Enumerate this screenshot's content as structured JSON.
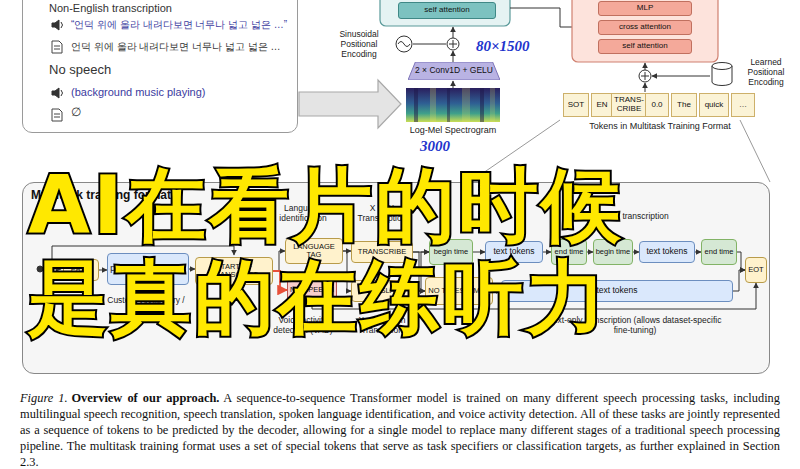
{
  "diagram": {
    "caption": "A sequence-to-sequence Transformer model is trained on many different speech processing tasks, including multilingual speech recognition, speech translation, spoken language identification, and voice activity detection. All of these tasks are jointly represented as a sequence of tokens to be predicted by the decoder, allowing for a single model to replace many different stages of a traditional speech processing pipeline. The multitask training format uses a set of special tokens that serve as task specifiers or classification targets, as further explained in Section 2.3.",
    "nodes": [
      {
        "text": [
          "Non-English transcription",
          "“언덕 위에 올라 내려다보면 너무나 넓고 넓은 …”",
          "언덕 위에 올라 내려다보면 너무나 넓고 넓은 …",
          "No speech",
          "(background music playing)",
          "∅"
        ]
      },
      {
        "text": [
          "self attention"
        ]
      },
      {
        "text": [
          "2 × Conv1D + GELU"
        ]
      },
      {
        "text": [
          "MLP"
        ]
      },
      {
        "text": [
          "cross attention"
        ]
      },
      {
        "text": [
          "self attention"
        ]
      },
      {
        "text": [
          "SOT"
        ]
      },
      {
        "text": [
          "EN"
        ]
      },
      {
        "text": [
          "TRANS-CRIBE"
        ]
      },
      {
        "text": [
          "0.0"
        ]
      },
      {
        "text": [
          "The"
        ]
      },
      {
        "text": [
          "quick"
        ]
      },
      {
        "text": [
          "…"
        ]
      },
      {
        "text": [
          "Multitask training format"
        ]
      },
      {
        "text": [
          "PREV"
        ],
        "in": 13
      },
      {
        "text": [
          "previous text tokens"
        ],
        "in": 13
      },
      {
        "text": [
          "START OF TRANSCRIPT"
        ],
        "in": 13
      },
      {
        "text": [
          "LANGUAGE TAG"
        ],
        "in": 13
      },
      {
        "text": [
          "NO SPEECH"
        ],
        "in": 13
      },
      {
        "text": [
          "TRANSCRIBE"
        ],
        "in": 13
      },
      {
        "text": [
          "TRANSLATE"
        ],
        "in": 13
      },
      {
        "text": [
          "begin time"
        ],
        "in": 13
      },
      {
        "text": [
          "NO TIMESTAMPS"
        ],
        "in": 13
      },
      {
        "text": [
          "text tokens"
        ],
        "in": 13
      },
      {
        "text": [
          "end time"
        ],
        "in": 13
      },
      {
        "text": [
          "begin time"
        ],
        "in": 13
      },
      {
        "text": [
          "text tokens"
        ],
        "in": 13
      },
      {
        "text": [
          "end time"
        ],
        "in": 13
      },
      {
        "text": [
          "text tokens"
        ],
        "in": 13
      },
      {
        "text": [
          "EOT"
        ],
        "in": 13
      }
    ],
    "edges": [
      {
        "from": 14,
        "to": 15,
        "arrow": "to"
      },
      {
        "from": 15,
        "to": 16,
        "arrow": "to"
      },
      {
        "from": 16,
        "to": 17,
        "arrow": "to"
      },
      {
        "from": 16,
        "to": 18,
        "arrow": "to"
      },
      {
        "from": 17,
        "to": 19,
        "arrow": "to"
      },
      {
        "from": 17,
        "to": 20,
        "arrow": "to"
      },
      {
        "from": 19,
        "to": 21,
        "arrow": "to"
      },
      {
        "from": 19,
        "to": 22,
        "arrow": "to"
      },
      {
        "from": 20,
        "to": 21,
        "arrow": "to"
      },
      {
        "from": 20,
        "to": 22,
        "arrow": "to"
      },
      {
        "from": 21,
        "to": 23,
        "arrow": "to"
      },
      {
        "from": 23,
        "to": 24,
        "arrow": "to"
      },
      {
        "from": 24,
        "to": 25,
        "arrow": "to"
      },
      {
        "from": 25,
        "to": 26,
        "arrow": "to"
      },
      {
        "from": 26,
        "to": 27,
        "arrow": "to"
      },
      {
        "from": 27,
        "to": 29,
        "arrow": "to"
      },
      {
        "from": 22,
        "to": 28,
        "arrow": "to"
      },
      {
        "from": 28,
        "to": 29,
        "arrow": "to"
      },
      {
        "from": 18,
        "to": 29,
        "arrow": "to"
      }
    ],
    "labels": [
      "Sinusoidal Positional Encoding",
      "80×1500",
      "Log-Mel Spectrogram",
      "3000",
      "Learned Positional Encoding",
      "Tokens in Multitask Training Format",
      "Language identification",
      "X → X Transcription",
      "Time-aligned transcription",
      "Custom vocabulary / prompting",
      "Voice activity detection (VAD)",
      "X → English Translation",
      "Text-only transcription (allows dataset-specific fine-tuning)",
      "AI在看片的时候",
      "是真的在练听力",
      "Figure 1.",
      "Overview of our approach."
    ]
  }
}
